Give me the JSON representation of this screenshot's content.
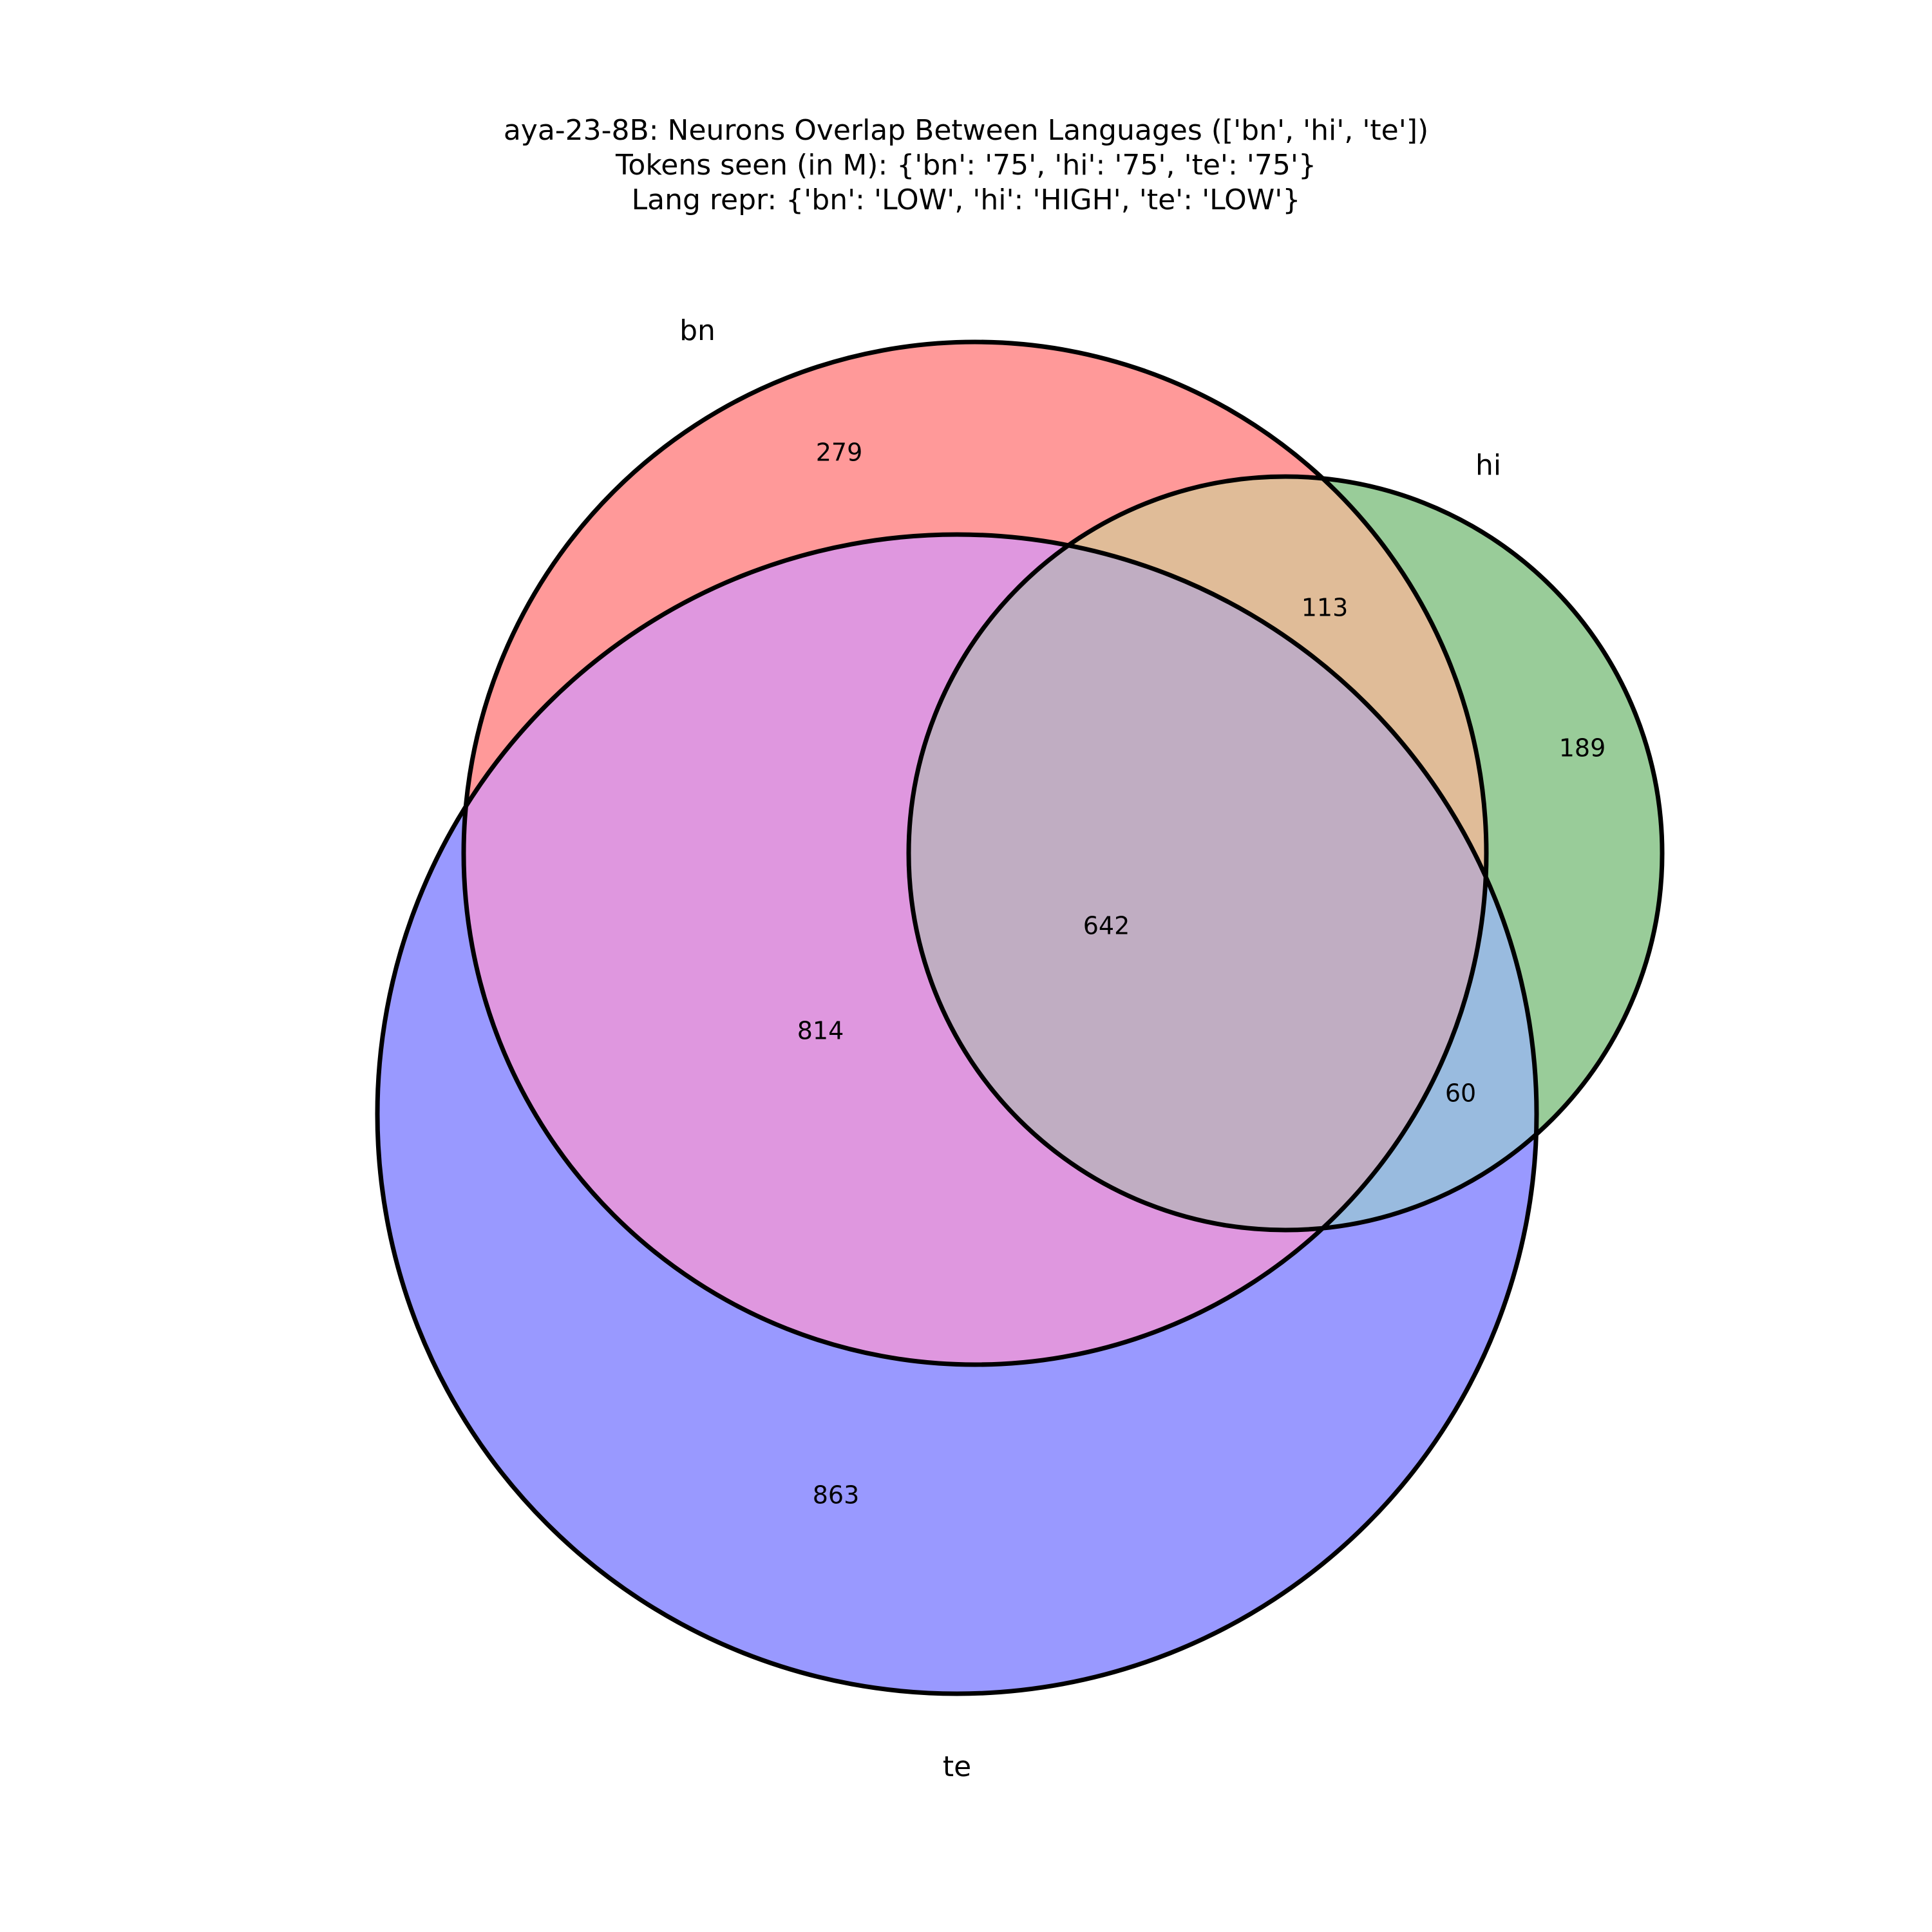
{
  "title": {
    "line1": "aya-23-8B: Neurons Overlap Between Languages (['bn', 'hi', 'te'])",
    "line2": "Tokens seen (in M): {'bn': '75', 'hi': '75', 'te': '75'}",
    "line3": "Lang repr: {'bn': 'LOW', 'hi': 'HIGH', 'te': 'LOW'}"
  },
  "sets": {
    "bn": {
      "label": "bn",
      "color": "#ff0000"
    },
    "hi": {
      "label": "hi",
      "color": "#008000"
    },
    "te": {
      "label": "te",
      "color": "#0000ff"
    }
  },
  "regions": {
    "bn_only": "279",
    "hi_only": "189",
    "te_only": "863",
    "bn_hi": "113",
    "bn_te": "814",
    "hi_te": "60",
    "bn_hi_te": "642"
  },
  "colors": {
    "bn_only": "#ff9999",
    "hi_only": "#99cc99",
    "te_only": "#9999ff",
    "bn_hi": "#e0bc98",
    "bn_te": "#df97df",
    "hi_te": "#99bbdf",
    "bn_hi_te": "#c0adc2",
    "outline": "#000000"
  }
}
